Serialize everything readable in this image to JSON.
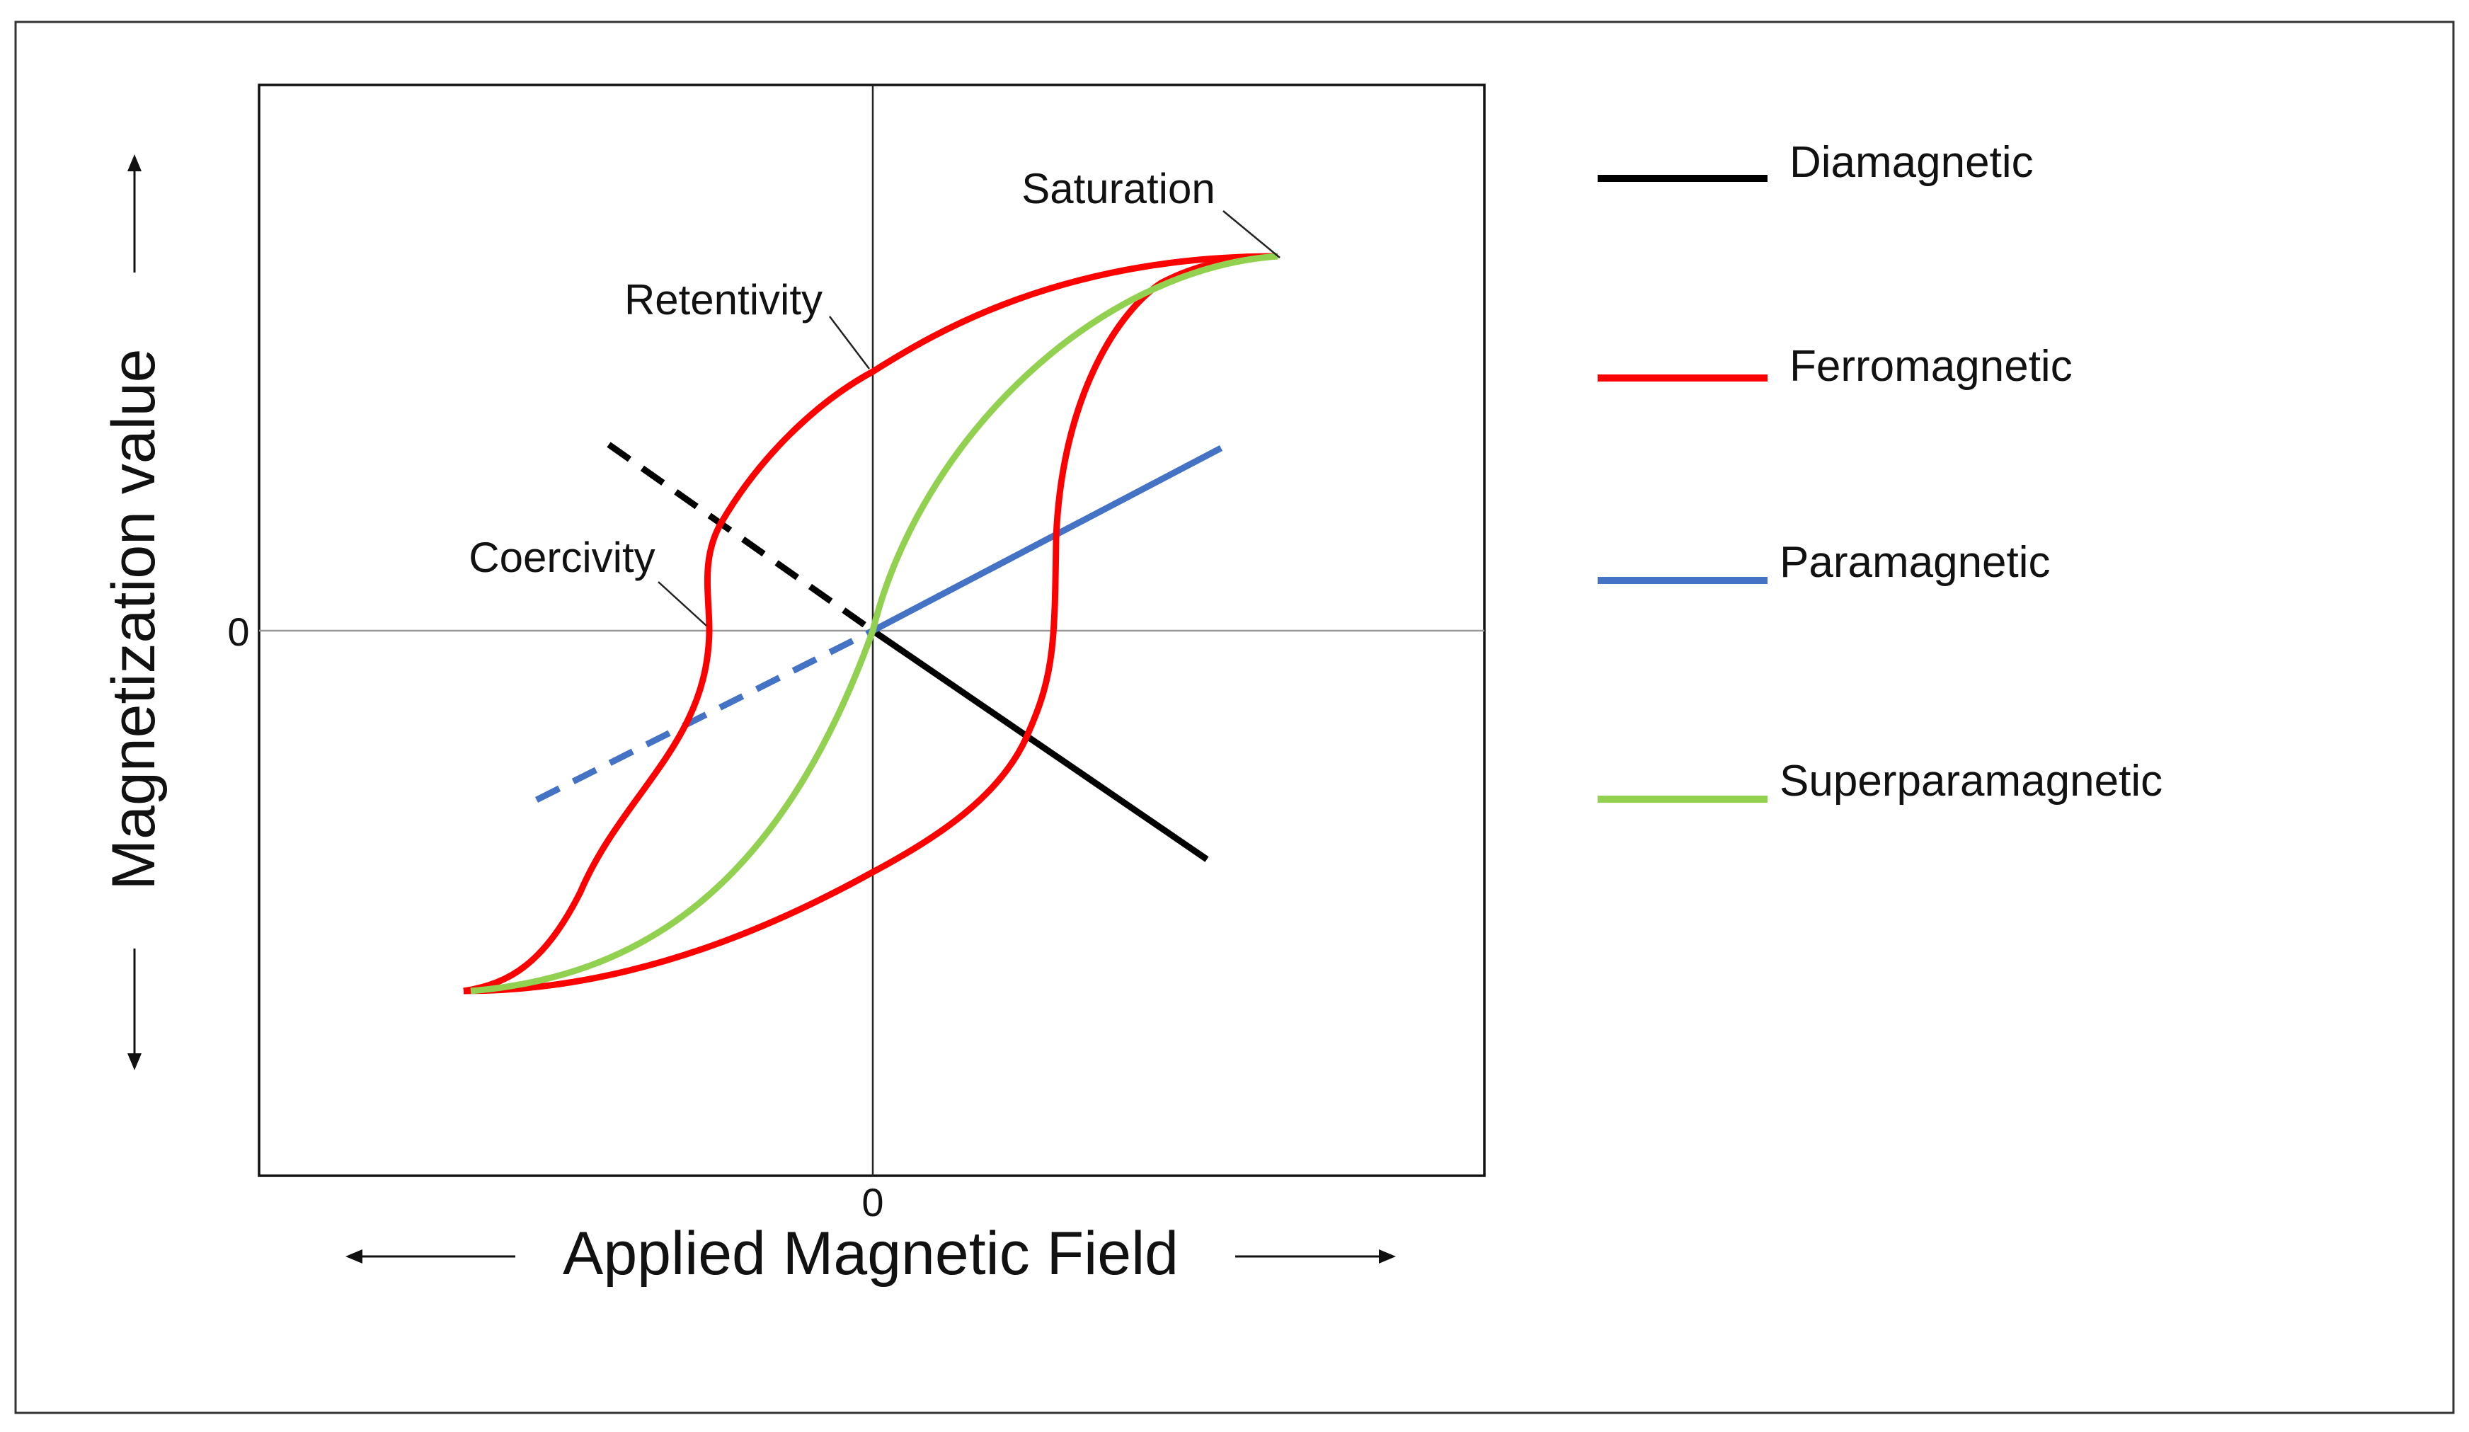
{
  "axes": {
    "x_label": "Applied Magnetic Field",
    "y_label": "Magnetization value",
    "x_zero": "0",
    "y_zero": "0"
  },
  "annotations": {
    "saturation": "Saturation",
    "retentivity": "Retentivity",
    "coercivity": "Coercivity"
  },
  "legend": [
    {
      "label": "Diamagnetic",
      "color": "#000000"
    },
    {
      "label": "Ferromagnetic",
      "color": "#ff0000"
    },
    {
      "label": "Paramagnetic",
      "color": "#4472c4"
    },
    {
      "label": "Superparamagnetic",
      "color": "#92d050"
    }
  ]
}
